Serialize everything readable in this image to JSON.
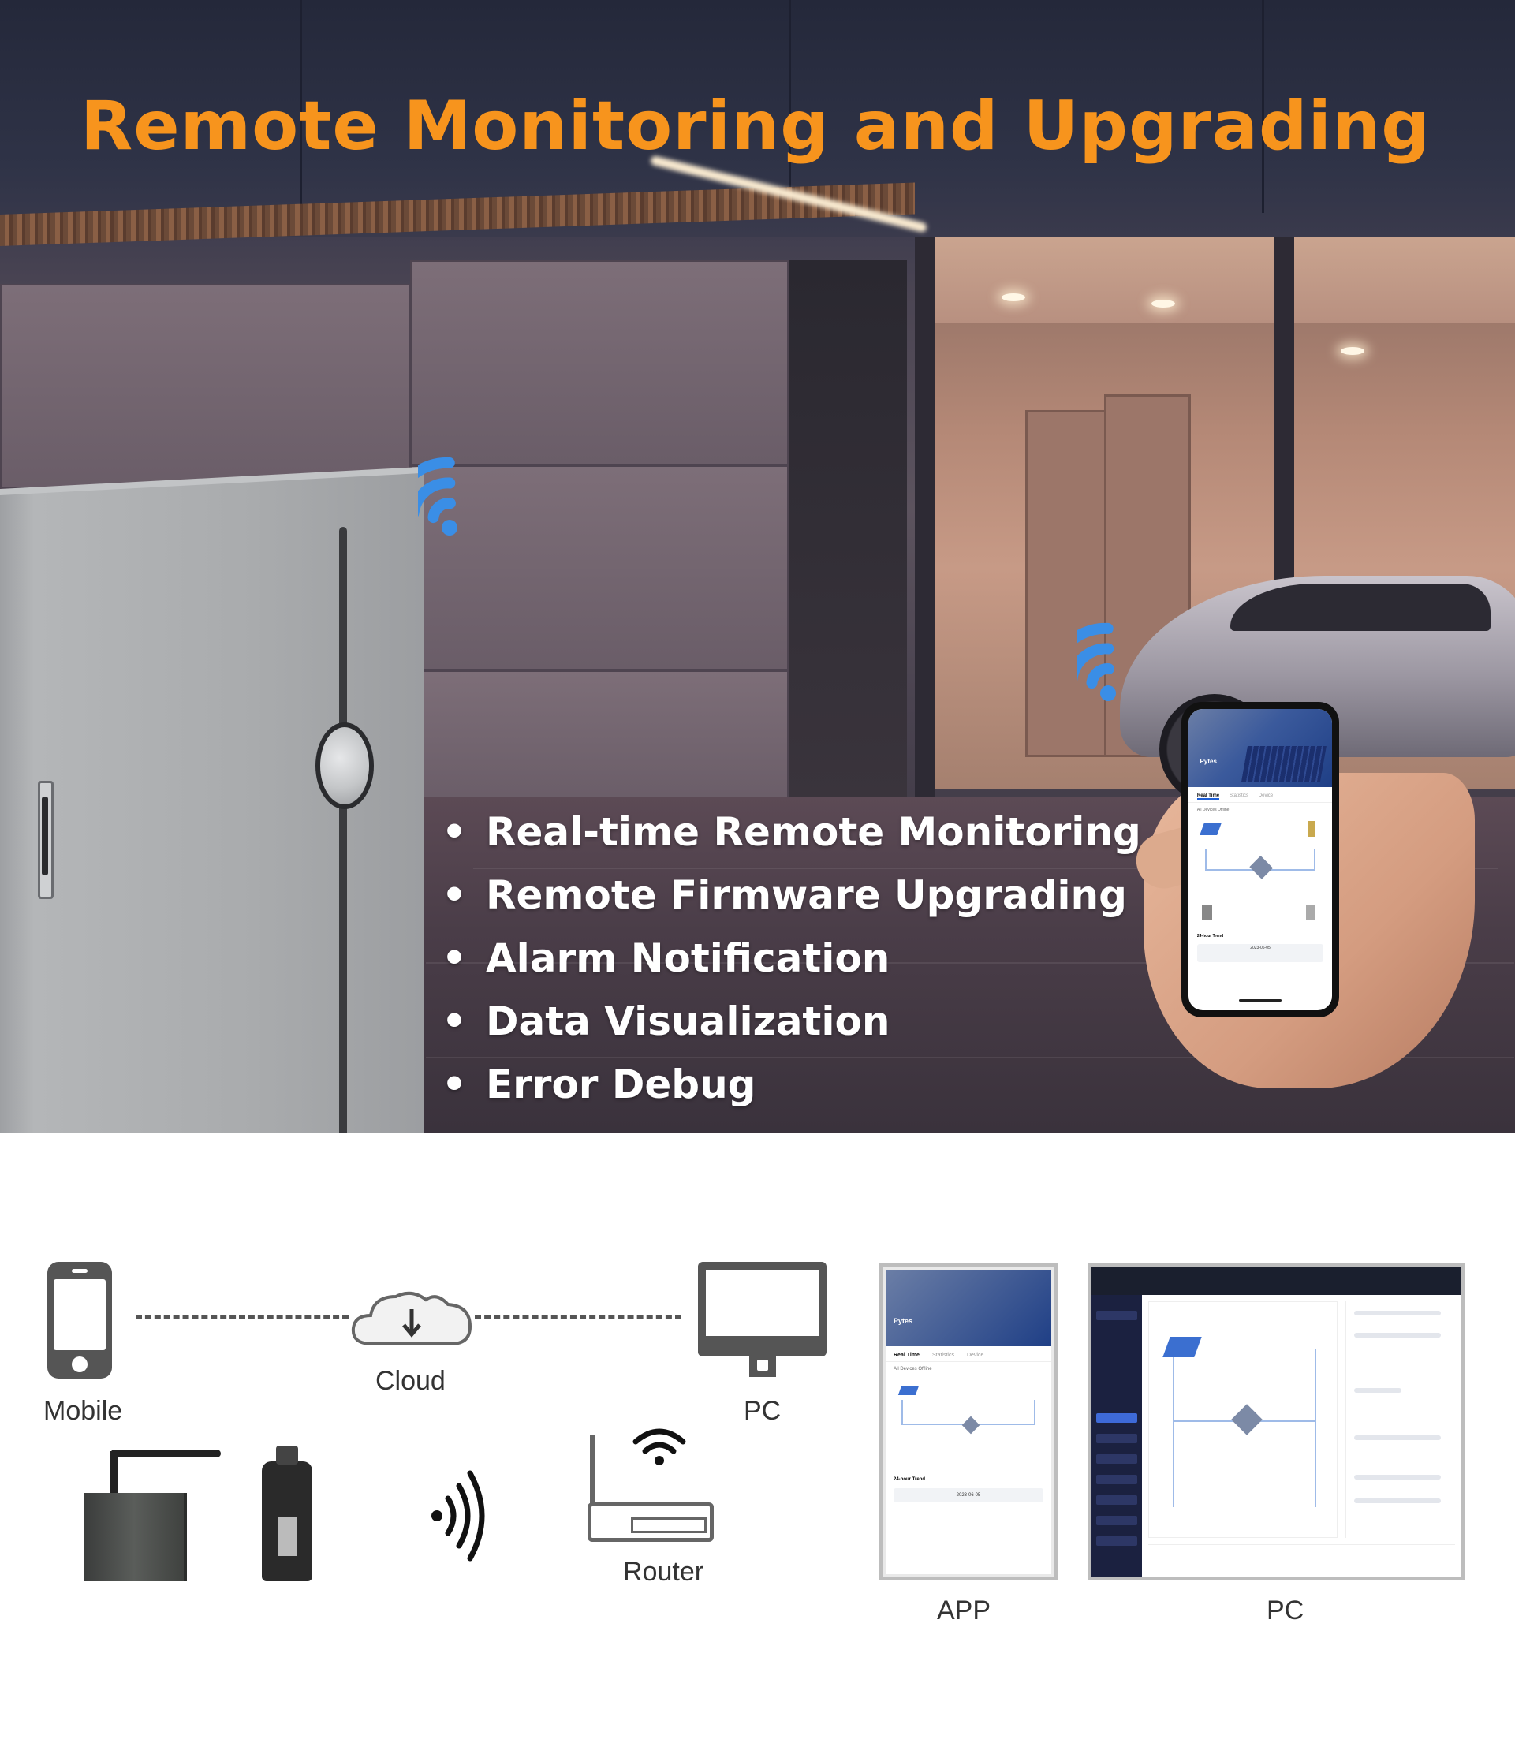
{
  "hero": {
    "title": "Remote Monitoring and Upgrading",
    "title_color": "#f7941d",
    "features": [
      "Real-time Remote Monitoring",
      "Remote Firmware Upgrading",
      "Alarm Notification",
      "Data Visualization",
      "Error Debug"
    ]
  },
  "phone_app": {
    "brand": "Pytes",
    "tabs": [
      "Real Time",
      "Statistics",
      "Device"
    ],
    "status": "All Devices Offline",
    "trend_label": "24-hour Trend",
    "date": "2023-06-05"
  },
  "diagram": {
    "mobile_label": "Mobile",
    "cloud_label": "Cloud",
    "pc_label": "PC",
    "router_label": "Router",
    "app_caption": "APP",
    "pc_caption": "PC"
  },
  "icons": {
    "wifi_color": "#3a8ee6",
    "device_icon_color": "#555555"
  }
}
